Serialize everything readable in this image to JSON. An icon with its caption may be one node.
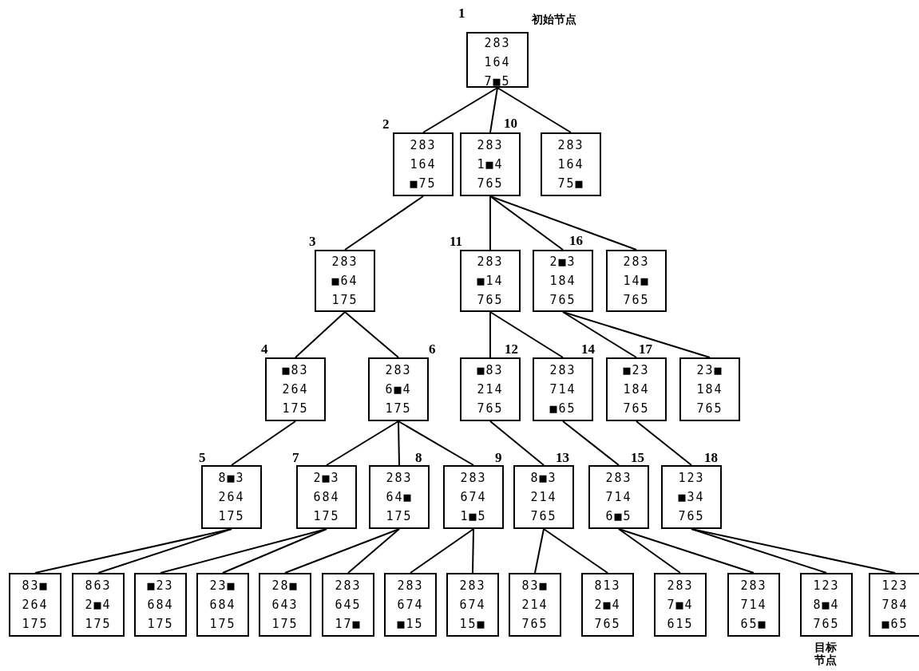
{
  "diagram": {
    "nodes": [
      {
        "text": [
          "283 164 7■5"
        ],
        "beside": [
          "1",
          "初始节点"
        ]
      },
      {
        "text": [
          "283 164 ■75"
        ],
        "beside": [
          "2"
        ]
      },
      {
        "text": [
          "283 1■4 765"
        ],
        "beside": [
          "10"
        ]
      },
      {
        "text": [
          "283 164 75■"
        ]
      },
      {
        "text": [
          "283 ■64 175"
        ],
        "beside": [
          "3"
        ]
      },
      {
        "text": [
          "283 ■14 765"
        ],
        "beside": [
          "11"
        ]
      },
      {
        "text": [
          "2■3 184 765"
        ],
        "beside": [
          "16"
        ]
      },
      {
        "text": [
          "283 14■ 765"
        ]
      },
      {
        "text": [
          "■83 264 175"
        ],
        "beside": [
          "4"
        ]
      },
      {
        "text": [
          "283 6■4 175"
        ],
        "beside": [
          "6"
        ]
      },
      {
        "text": [
          "■83 214 765"
        ],
        "beside": [
          "12"
        ]
      },
      {
        "text": [
          "283 714 ■65"
        ],
        "beside": [
          "14"
        ]
      },
      {
        "text": [
          "■23 184 765"
        ],
        "beside": [
          "17"
        ]
      },
      {
        "text": [
          "23■ 184 765"
        ]
      },
      {
        "text": [
          "8■3 264 175"
        ],
        "beside": [
          "5"
        ]
      },
      {
        "text": [
          "2■3 684 175"
        ],
        "beside": [
          "7"
        ]
      },
      {
        "text": [
          "283 64■ 175"
        ],
        "beside": [
          "8"
        ]
      },
      {
        "text": [
          "283 674 1■5"
        ],
        "beside": [
          "9"
        ]
      },
      {
        "text": [
          "8■3 214 765"
        ],
        "beside": [
          "13"
        ]
      },
      {
        "text": [
          "283 714 6■5"
        ],
        "beside": [
          "15"
        ]
      },
      {
        "text": [
          "123 ■34 765"
        ],
        "beside": [
          "18"
        ]
      },
      {
        "text": [
          "83■ 264 175"
        ]
      },
      {
        "text": [
          "863 2■4 175"
        ]
      },
      {
        "text": [
          "■23 684 175"
        ]
      },
      {
        "text": [
          "23■ 684 175"
        ]
      },
      {
        "text": [
          "28■ 643 175"
        ]
      },
      {
        "text": [
          "283 645 17■"
        ]
      },
      {
        "text": [
          "283 674 ■15"
        ]
      },
      {
        "text": [
          "283 674 15■"
        ]
      },
      {
        "text": [
          "83■ 214 765"
        ]
      },
      {
        "text": [
          "813 2■4 765"
        ]
      },
      {
        "text": [
          "283 7■4 615"
        ]
      },
      {
        "text": [
          "283 714 65■"
        ]
      },
      {
        "text": [
          "123 8■4 765"
        ],
        "beside": [
          "目标节点"
        ]
      },
      {
        "text": [
          "123 784 ■65"
        ]
      }
    ],
    "edges": [
      {
        "from": 0,
        "to": 1,
        "arrow": "none"
      },
      {
        "from": 0,
        "to": 2,
        "arrow": "none"
      },
      {
        "from": 0,
        "to": 3,
        "arrow": "none"
      },
      {
        "from": 1,
        "to": 4,
        "arrow": "none"
      },
      {
        "from": 2,
        "to": 5,
        "arrow": "none"
      },
      {
        "from": 2,
        "to": 6,
        "arrow": "none"
      },
      {
        "from": 2,
        "to": 7,
        "arrow": "none"
      },
      {
        "from": 4,
        "to": 8,
        "arrow": "none"
      },
      {
        "from": 4,
        "to": 9,
        "arrow": "none"
      },
      {
        "from": 5,
        "to": 10,
        "arrow": "none"
      },
      {
        "from": 5,
        "to": 11,
        "arrow": "none"
      },
      {
        "from": 6,
        "to": 12,
        "arrow": "none"
      },
      {
        "from": 6,
        "to": 13,
        "arrow": "none"
      },
      {
        "from": 8,
        "to": 14,
        "arrow": "none"
      },
      {
        "from": 9,
        "to": 15,
        "arrow": "none"
      },
      {
        "from": 9,
        "to": 16,
        "arrow": "none"
      },
      {
        "from": 9,
        "to": 17,
        "arrow": "none"
      },
      {
        "from": 10,
        "to": 18,
        "arrow": "none"
      },
      {
        "from": 11,
        "to": 19,
        "arrow": "none"
      },
      {
        "from": 12,
        "to": 20,
        "arrow": "none"
      },
      {
        "from": 14,
        "to": 21,
        "arrow": "none"
      },
      {
        "from": 14,
        "to": 22,
        "arrow": "none"
      },
      {
        "from": 15,
        "to": 23,
        "arrow": "none"
      },
      {
        "from": 15,
        "to": 24,
        "arrow": "none"
      },
      {
        "from": 16,
        "to": 25,
        "arrow": "none"
      },
      {
        "from": 16,
        "to": 26,
        "arrow": "none"
      },
      {
        "from": 17,
        "to": 27,
        "arrow": "none"
      },
      {
        "from": 17,
        "to": 28,
        "arrow": "none"
      },
      {
        "from": 18,
        "to": 29,
        "arrow": "none"
      },
      {
        "from": 18,
        "to": 30,
        "arrow": "none"
      },
      {
        "from": 19,
        "to": 31,
        "arrow": "none"
      },
      {
        "from": 19,
        "to": 32,
        "arrow": "none"
      },
      {
        "from": 20,
        "to": 33,
        "arrow": "none"
      },
      {
        "from": 20,
        "to": 34,
        "arrow": "none"
      }
    ]
  }
}
